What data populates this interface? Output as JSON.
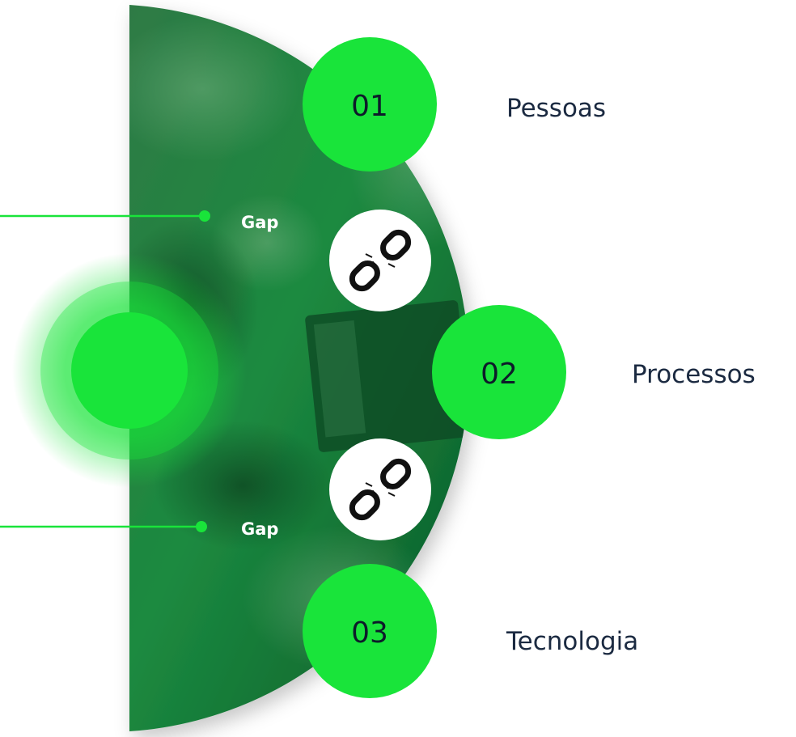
{
  "colors": {
    "accent_green": "#19e43a",
    "dark_green": "#0b6a2e",
    "panel_green": "#168a3c",
    "text_dark": "#1b2a41"
  },
  "steps": [
    {
      "number": "01",
      "label": "Pessoas"
    },
    {
      "number": "02",
      "label": "Processos"
    },
    {
      "number": "03",
      "label": "Tecnologia"
    }
  ],
  "gaps": [
    {
      "label": "Gap",
      "icon": "broken-chain-icon"
    },
    {
      "label": "Gap",
      "icon": "broken-chain-icon"
    }
  ],
  "center_node": {
    "icon": "target-circle-icon"
  },
  "background": {
    "description_icon": "photo-background"
  }
}
